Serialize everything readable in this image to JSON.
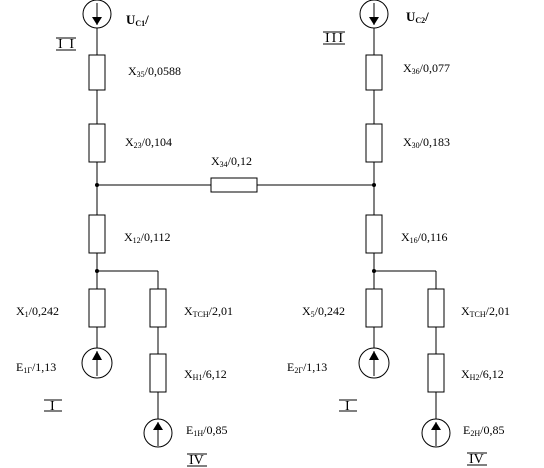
{
  "sources": {
    "uc1": {
      "main": "U",
      "sub": "C1",
      "tail": "/"
    },
    "uc2": {
      "main": "U",
      "sub": "C2",
      "tail": "/"
    },
    "e1g": {
      "main": "E",
      "sub": "1Г",
      "tail": "/1,13"
    },
    "e1n": {
      "main": "E",
      "sub": "1Н",
      "tail": "/0,85"
    },
    "e2g": {
      "main": "E",
      "sub": "2Г",
      "tail": "/1,13"
    },
    "e2n": {
      "main": "E",
      "sub": "2Н",
      "tail": "/0,85"
    }
  },
  "resistors": {
    "x35": {
      "main": "X",
      "sub": "35",
      "tail": "/0,0588"
    },
    "x23": {
      "main": "X",
      "sub": "23",
      "tail": "/0,104"
    },
    "x34": {
      "main": "X",
      "sub": "34",
      "tail": "/0,12"
    },
    "x12": {
      "main": "X",
      "sub": "12",
      "tail": "/0,112"
    },
    "x1": {
      "main": "X",
      "sub": "1",
      "tail": "/0,242"
    },
    "xtsn1": {
      "main": "X",
      "sub": "ТСН",
      "tail": "/2,01"
    },
    "xn1": {
      "main": "X",
      "sub": "Н1",
      "tail": "/6,12"
    },
    "x36": {
      "main": "X",
      "sub": "36",
      "tail": "/0,077"
    },
    "x30": {
      "main": "X",
      "sub": "30",
      "tail": "/0,183"
    },
    "x16": {
      "main": "X",
      "sub": "16",
      "tail": "/0,116"
    },
    "x5": {
      "main": "X",
      "sub": "5",
      "tail": "/0,242"
    },
    "xtsn2": {
      "main": "X",
      "sub": "ТСН",
      "tail": "/2,01"
    },
    "xn2": {
      "main": "X",
      "sub": "Н2",
      "tail": "/6,12"
    }
  },
  "roman": {
    "r2_left": "II",
    "r3_right": "III",
    "r1_left": "I",
    "r1_right": "I",
    "r4_left": "IV",
    "r4_right": "IV"
  }
}
